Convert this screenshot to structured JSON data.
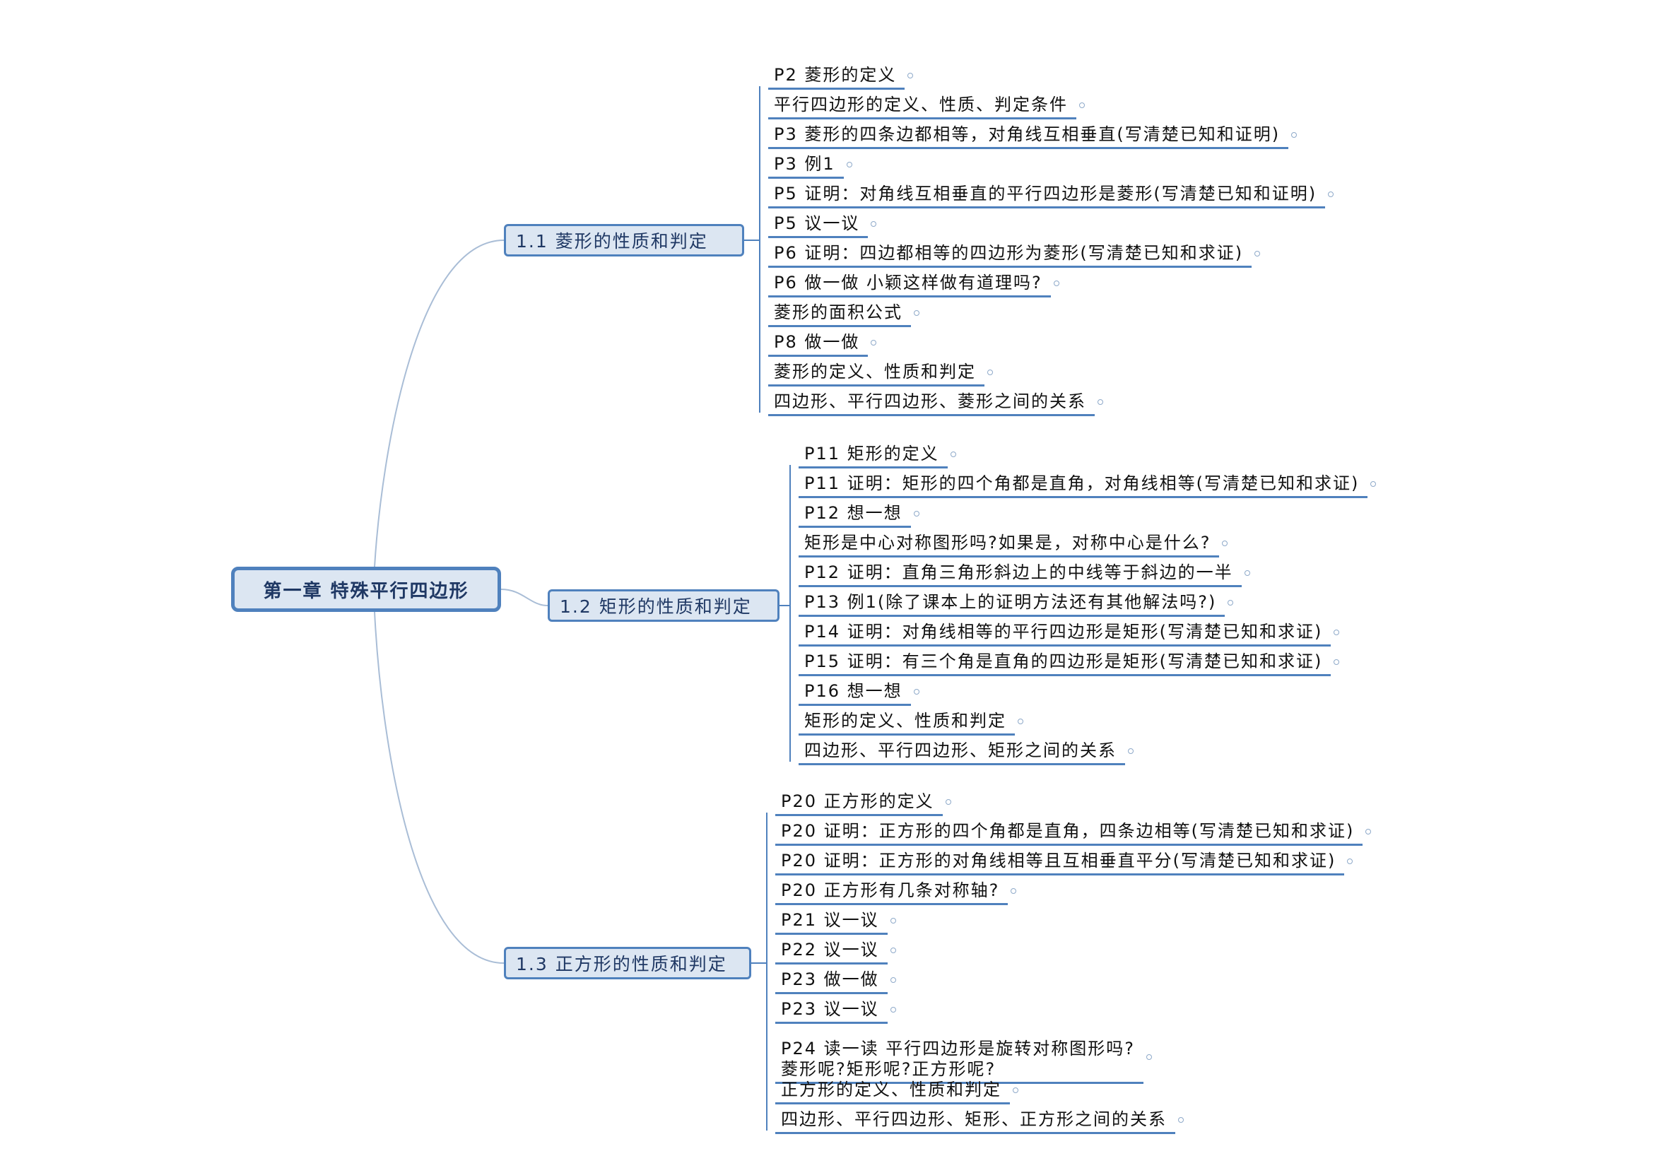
{
  "root": {
    "title": "第一章 特殊平行四边形"
  },
  "branches": [
    {
      "title": "1.1 菱形的性质和判定",
      "items": [
        "P2 菱形的定义",
        "平行四边形的定义、性质、判定条件",
        "P3 菱形的四条边都相等，对角线互相垂直(写清楚已知和证明)",
        "P3 例1",
        "P5 证明：对角线互相垂直的平行四边形是菱形(写清楚已知和证明)",
        "P5 议一议",
        "P6 证明：四边都相等的四边形为菱形(写清楚已知和求证)",
        "P6 做一做 小颖这样做有道理吗?",
        "菱形的面积公式",
        "P8 做一做",
        "菱形的定义、性质和判定",
        "四边形、平行四边形、菱形之间的关系"
      ]
    },
    {
      "title": "1.2 矩形的性质和判定",
      "items": [
        "P11 矩形的定义",
        "P11 证明：矩形的四个角都是直角，对角线相等(写清楚已知和求证)",
        "P12 想一想",
        "矩形是中心对称图形吗?如果是，对称中心是什么?",
        "P12 证明：直角三角形斜边上的中线等于斜边的一半",
        "P13 例1(除了课本上的证明方法还有其他解法吗?)",
        "P14 证明：对角线相等的平行四边形是矩形(写清楚已知和求证)",
        "P15 证明：有三个角是直角的四边形是矩形(写清楚已知和求证)",
        "P16 想一想",
        "矩形的定义、性质和判定",
        "四边形、平行四边形、矩形之间的关系"
      ]
    },
    {
      "title": "1.3 正方形的性质和判定",
      "items": [
        "P20 正方形的定义",
        "P20 证明：正方形的四个角都是直角，四条边相等(写清楚已知和求证)",
        "P20 证明：正方形的对角线相等且互相垂直平分(写清楚已知和求证)",
        "P20 正方形有几条对称轴?",
        "P21 议一议",
        "P22 议一议",
        "P23 做一做",
        "P23 议一议",
        "P24 读一读 平行四边形是旋转对称图形吗?\n菱形呢?矩形呢?正方形呢?",
        "正方形的定义、性质和判定",
        "四边形、平行四边形、矩形、正方形之间的关系"
      ]
    }
  ],
  "colors": {
    "accent": "#4f81bd",
    "node_fill": "#dce6f2",
    "connector": "#a9bdd6"
  }
}
